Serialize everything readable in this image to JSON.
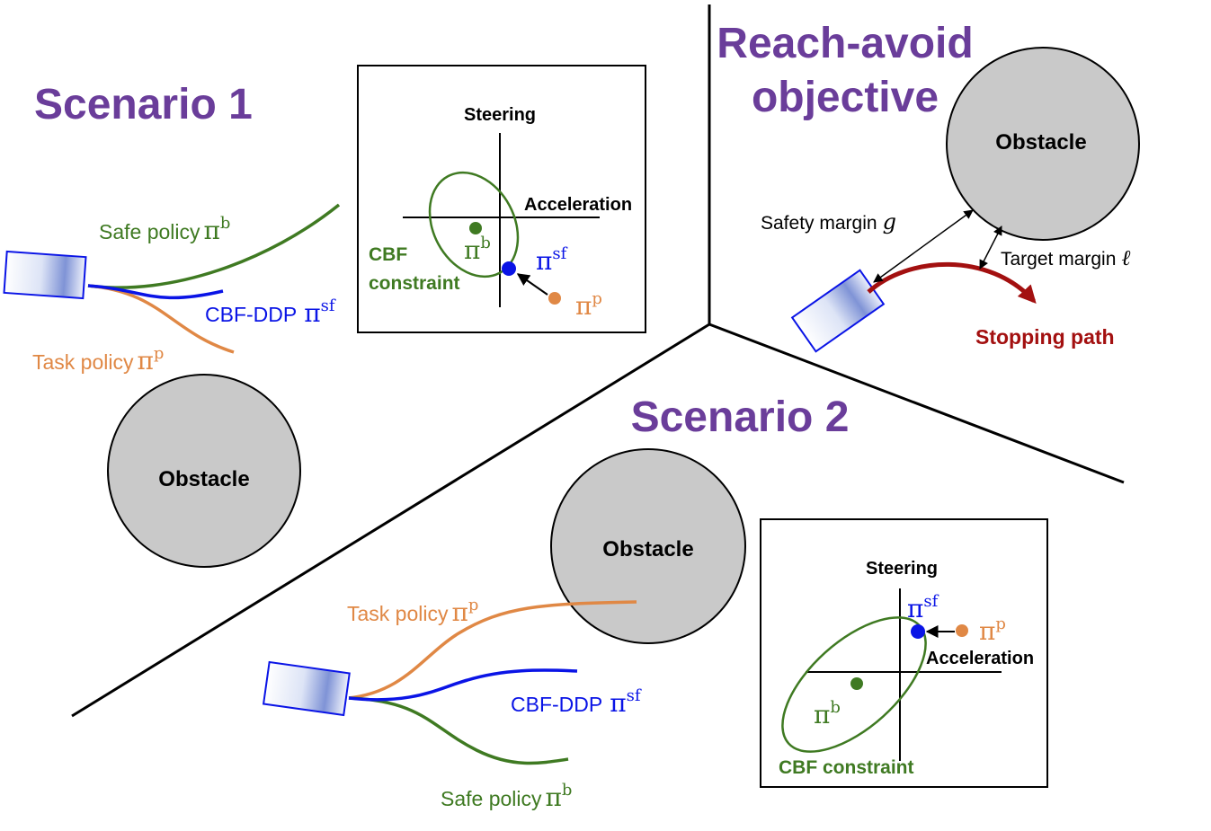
{
  "colors": {
    "purple": "#6a3d9a",
    "safe_green": "#3f7a22",
    "task_orange": "#e08845",
    "cbf_blue": "#0a14e6",
    "stop_red": "#a31010",
    "obstacle_fill": "#c9c9c9"
  },
  "scenario1": {
    "title": "Scenario 1",
    "obstacle": "Obstacle",
    "safe_policy": "Safe policy",
    "cbf_ddp": "CBF-DDP",
    "task_policy": "Task policy",
    "inset": {
      "steering": "Steering",
      "acceleration": "Acceleration",
      "cbf_line1": "CBF",
      "cbf_line2": "constraint"
    }
  },
  "reach_avoid": {
    "title_line1": "Reach-avoid",
    "title_line2": "objective",
    "obstacle": "Obstacle",
    "safety_margin": "Safety margin",
    "target_margin": "Target margin",
    "stopping_path": "Stopping path"
  },
  "scenario2": {
    "title": "Scenario 2",
    "obstacle": "Obstacle",
    "task_policy": "Task policy",
    "cbf_ddp": "CBF-DDP",
    "safe_policy": "Safe policy",
    "inset": {
      "steering": "Steering",
      "acceleration": "Acceleration",
      "cbf_constraint": "CBF constraint"
    }
  },
  "math": {
    "pi": "π",
    "b": "b",
    "p": "p",
    "sf": "sf",
    "g": "g",
    "ell": "ℓ"
  }
}
